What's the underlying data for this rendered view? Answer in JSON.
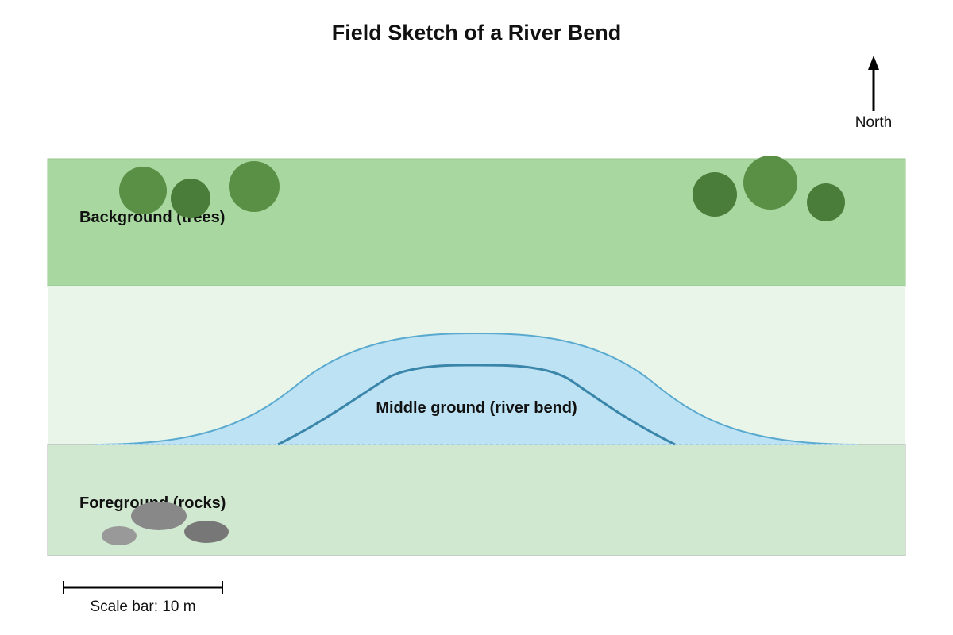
{
  "title": "Field Sketch of a River Bend",
  "compass": {
    "label": "North",
    "icon": "north-arrow-icon"
  },
  "zones": {
    "background": {
      "label": "Background (trees)",
      "color": "#a8d8a0"
    },
    "middle": {
      "label": "Middle ground (river bend)",
      "color": "#eaf5e9"
    },
    "foreground": {
      "label": "Foreground (rocks)",
      "color": "#d0e8cf"
    }
  },
  "river": {
    "fill_color": "#bde2f3",
    "edge_color": "#5aaad0",
    "channel_color": "#3a86aa"
  },
  "trees": {
    "colors": [
      "#5a8f46",
      "#4a7d3a"
    ],
    "count": 6
  },
  "rocks": {
    "colors": [
      "#888888",
      "#777777",
      "#999999"
    ],
    "count": 3
  },
  "scale_bar": {
    "label": "Scale bar: 10 m"
  }
}
